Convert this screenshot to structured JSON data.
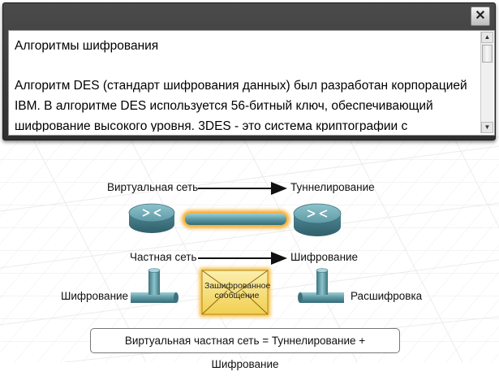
{
  "window": {
    "close_label": "✕",
    "close_icon": "close-icon"
  },
  "content": {
    "title": "Алгоритмы шифрования",
    "paragraph_lines": [
      "Алгоритм DES (стандарт шифрования данных) был разработан корпорацией",
      "IBM. В алгоритме DES используется 56-битный ключ, обеспечивающий",
      "шифрование высокого уровня. 3DES - это система криптографии с"
    ]
  },
  "diagram": {
    "virtual_net": "Виртуальная сеть",
    "tunneling": "Туннелирование",
    "private_net": "Частная сеть",
    "encryption_top": "Шифрование",
    "encryption_left": "Шифрование",
    "decryption": "Расшифровка",
    "envelope_text": "Зашифрованное сообщение",
    "formula": "Виртуальная частная сеть = Туннелирование + Шифрование"
  },
  "colors": {
    "router": "#5f9aa6",
    "tunnel_glow": "#f4a51c",
    "envelope": "#f6e07a"
  }
}
